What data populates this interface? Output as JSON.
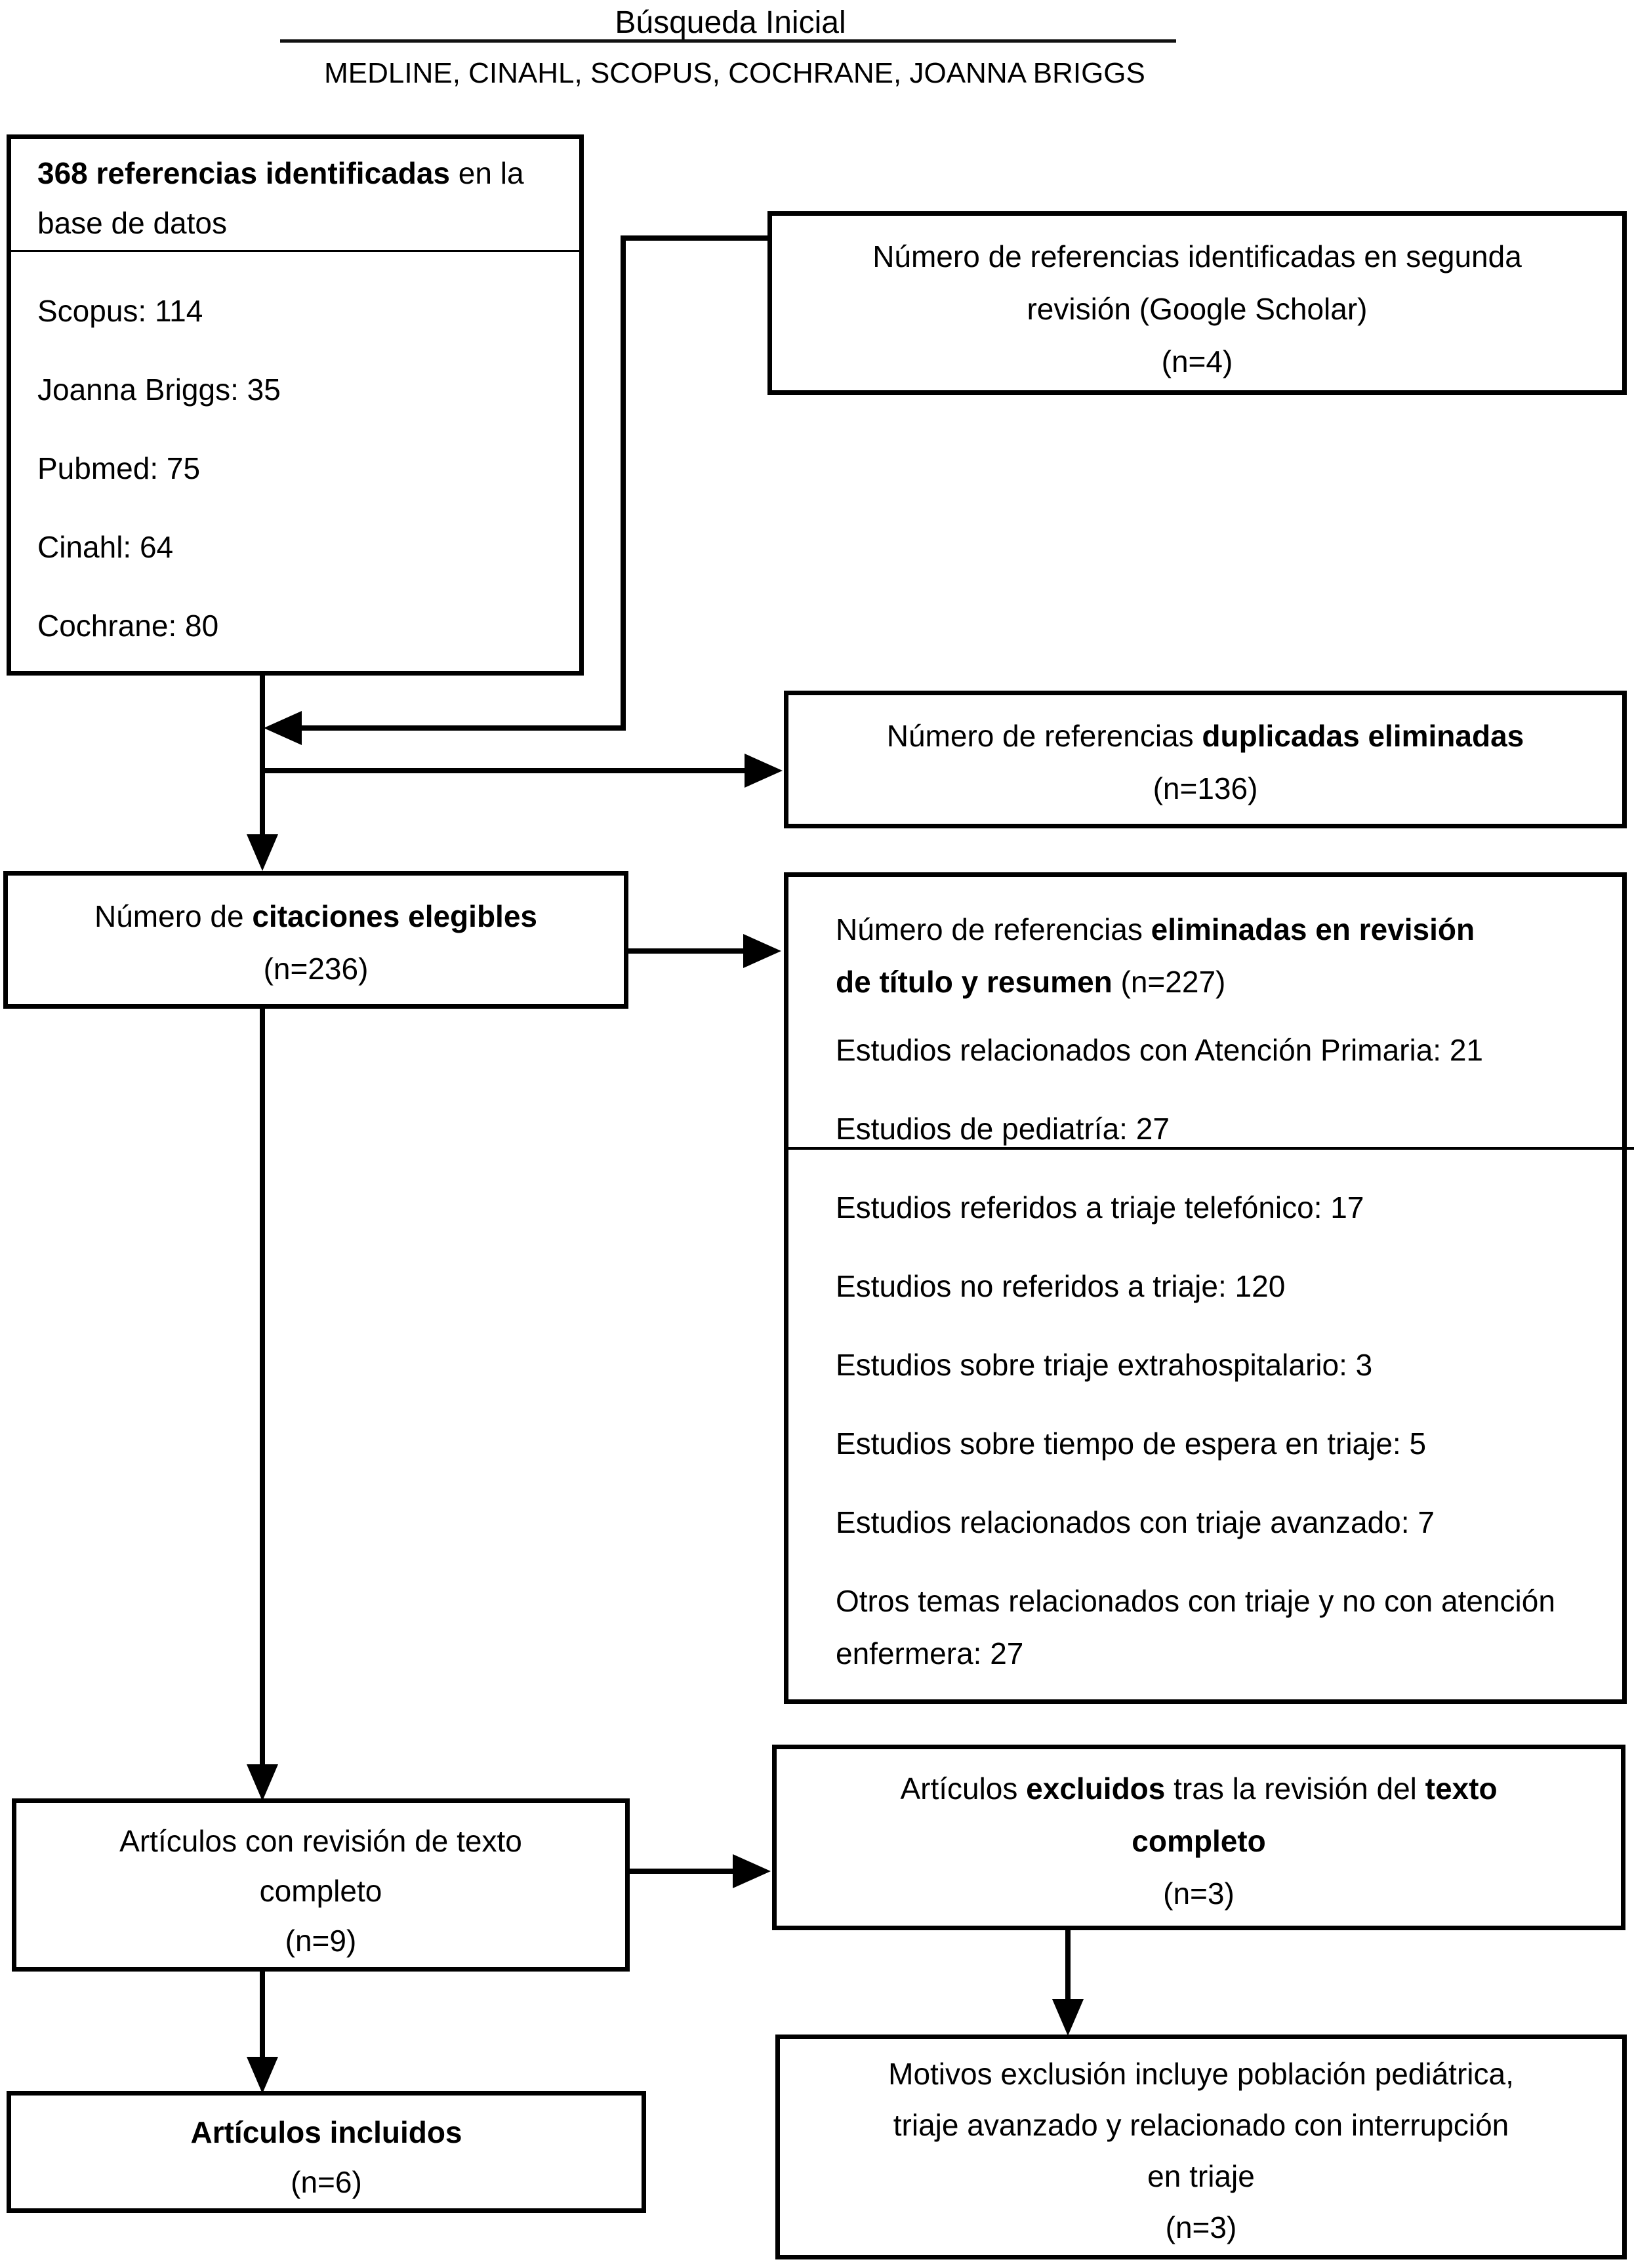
{
  "title": {
    "line1": "Búsqueda Inicial",
    "line2": "MEDLINE, CINAHL, SCOPUS, COCHRANE, JOANNA BRIGGS"
  },
  "identification_box": {
    "heading_bold": "368 referencias identificadas",
    "heading_rest": " en la",
    "heading_line2": "base de datos",
    "sources": [
      "Scopus: 114",
      "Joanna Briggs: 35",
      "Pubmed: 75",
      "Cinahl: 64",
      "Cochrane: 80"
    ]
  },
  "second_search_box": {
    "line1": "Número de referencias identificadas en segunda",
    "line2": "revisión (Google Scholar)",
    "line3": "(n=4)"
  },
  "duplicates_box": {
    "pre": "Número de referencias ",
    "bold": "duplicadas eliminadas",
    "count": "(n=136)"
  },
  "eligible_box": {
    "pre": "Número de ",
    "bold": "citaciones elegibles",
    "count": "(n=236)"
  },
  "title_abstract_box": {
    "h1_reg": "Número de referencias ",
    "h1_bold": "eliminadas en revisión",
    "h2_bold": "de título y resumen ",
    "h2_reg": "(n=227)",
    "items_top": [
      "Estudios relacionados con Atención Primaria: 21",
      "Estudios de pediatría: 27"
    ],
    "items_bottom": [
      "Estudios referidos a triaje telefónico: 17",
      "Estudios no referidos a triaje: 120",
      "Estudios sobre triaje extrahospitalario: 3",
      "Estudios sobre tiempo de espera en triaje: 5",
      "Estudios relacionados con triaje avanzado: 7",
      "Otros temas relacionados con triaje y no con atención enfermera: 27"
    ]
  },
  "fulltext_box": {
    "line1": "Artículos con revisión de texto",
    "line2": "completo",
    "line3": "(n=9)"
  },
  "excluded_box": {
    "l1a": "Artículos ",
    "l1b": "excluidos",
    "l1c": " tras la revisión del ",
    "l1d": "texto",
    "l2": "completo",
    "l3": "(n=3)"
  },
  "included_box": {
    "bold": "Artículos incluidos",
    "count": "(n=6)"
  },
  "reasons_box": {
    "line1": "Motivos exclusión incluye población pediátrica,",
    "line2": "triaje avanzado y relacionado con interrupción",
    "line3": "en triaje",
    "line4": "(n=3)"
  }
}
